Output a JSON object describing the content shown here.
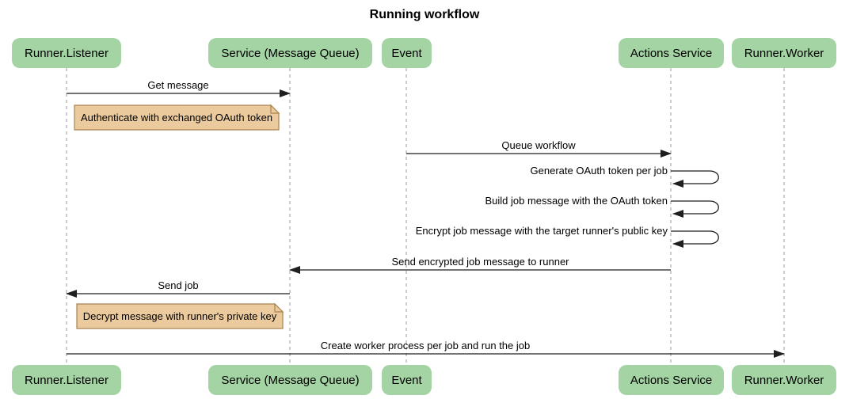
{
  "title": "Running workflow",
  "actors": [
    {
      "label": "Runner.Listener"
    },
    {
      "label": "Service (Message Queue)"
    },
    {
      "label": "Event"
    },
    {
      "label": "Actions Service"
    },
    {
      "label": "Runner.Worker"
    }
  ],
  "messages": [
    {
      "label": "Get message",
      "from": "Runner.Listener",
      "to": "Service (Message Queue)"
    },
    {
      "label": "Queue workflow",
      "from": "Event",
      "to": "Actions Service"
    },
    {
      "label": "Generate OAuth token per job",
      "from": "Actions Service",
      "to": "Actions Service"
    },
    {
      "label": "Build job message with the OAuth token",
      "from": "Actions Service",
      "to": "Actions Service"
    },
    {
      "label": "Encrypt job message with the target runner's public key",
      "from": "Actions Service",
      "to": "Actions Service"
    },
    {
      "label": "Send encrypted job message to runner",
      "from": "Actions Service",
      "to": "Service (Message Queue)"
    },
    {
      "label": "Send job",
      "from": "Service (Message Queue)",
      "to": "Runner.Listener"
    },
    {
      "label": "Create worker process per job and run the job",
      "from": "Runner.Listener",
      "to": "Runner.Worker"
    }
  ],
  "notes": [
    {
      "text": "Authenticate with exchanged OAuth token"
    },
    {
      "text": "Decrypt message with runner's private key"
    }
  ],
  "colors": {
    "actor_fill": "#a4d3a4",
    "note_fill": "#ebcb9e",
    "note_border": "#aa8352",
    "lifeline": "#999999",
    "arrow": "#1f1f1f"
  }
}
